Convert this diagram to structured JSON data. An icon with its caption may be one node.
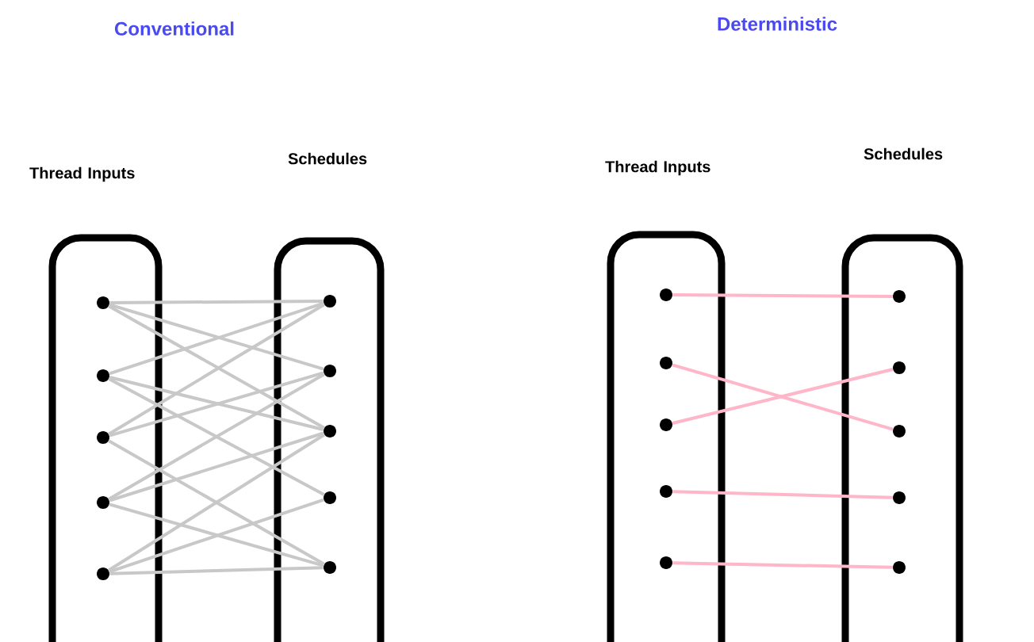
{
  "diagram": {
    "nodes": [
      {
        "text": [
          "Thread Inputs"
        ]
      },
      {
        "text": [
          "Schedules"
        ]
      },
      {
        "text": [],
        "shape": "circle",
        "in": 0
      },
      {
        "text": [],
        "shape": "circle",
        "in": 0
      },
      {
        "text": [],
        "shape": "circle",
        "in": 0
      },
      {
        "text": [],
        "shape": "circle",
        "in": 0
      },
      {
        "text": [],
        "shape": "circle",
        "in": 0
      },
      {
        "text": [],
        "shape": "circle",
        "in": 1
      },
      {
        "text": [],
        "shape": "circle",
        "in": 1
      },
      {
        "text": [],
        "shape": "circle",
        "in": 1
      },
      {
        "text": [],
        "shape": "circle",
        "in": 1
      },
      {
        "text": [],
        "shape": "circle",
        "in": 1
      },
      {
        "text": [
          "Thread Inputs"
        ]
      },
      {
        "text": [
          "Schedules"
        ]
      },
      {
        "text": [],
        "shape": "circle",
        "in": 12
      },
      {
        "text": [],
        "shape": "circle",
        "in": 12
      },
      {
        "text": [],
        "shape": "circle",
        "in": 12
      },
      {
        "text": [],
        "shape": "circle",
        "in": 12
      },
      {
        "text": [],
        "shape": "circle",
        "in": 12
      },
      {
        "text": [],
        "shape": "circle",
        "in": 13
      },
      {
        "text": [],
        "shape": "circle",
        "in": 13
      },
      {
        "text": [],
        "shape": "circle",
        "in": 13
      },
      {
        "text": [],
        "shape": "circle",
        "in": 13
      },
      {
        "text": [],
        "shape": "circle",
        "in": 13
      }
    ],
    "edges": [
      {
        "from": 2,
        "to": 7,
        "arrow": "none"
      },
      {
        "from": 2,
        "to": 8,
        "arrow": "none"
      },
      {
        "from": 2,
        "to": 9,
        "arrow": "none"
      },
      {
        "from": 3,
        "to": 7,
        "arrow": "none"
      },
      {
        "from": 3,
        "to": 9,
        "arrow": "none"
      },
      {
        "from": 3,
        "to": 10,
        "arrow": "none"
      },
      {
        "from": 4,
        "to": 7,
        "arrow": "none"
      },
      {
        "from": 4,
        "to": 8,
        "arrow": "none"
      },
      {
        "from": 4,
        "to": 11,
        "arrow": "none"
      },
      {
        "from": 5,
        "to": 8,
        "arrow": "none"
      },
      {
        "from": 5,
        "to": 9,
        "arrow": "none"
      },
      {
        "from": 5,
        "to": 11,
        "arrow": "none"
      },
      {
        "from": 6,
        "to": 9,
        "arrow": "none"
      },
      {
        "from": 6,
        "to": 10,
        "arrow": "none"
      },
      {
        "from": 6,
        "to": 11,
        "arrow": "none"
      },
      {
        "from": 14,
        "to": 19,
        "arrow": "none",
        "color": "#ffb6c8"
      },
      {
        "from": 15,
        "to": 21,
        "arrow": "none",
        "color": "#ffb6c8"
      },
      {
        "from": 16,
        "to": 20,
        "arrow": "none",
        "color": "#ffb6c8"
      },
      {
        "from": 17,
        "to": 22,
        "arrow": "none",
        "color": "#ffb6c8"
      },
      {
        "from": 18,
        "to": 23,
        "arrow": "none",
        "color": "#ffb6c8"
      }
    ],
    "labels": [
      "Conventional",
      "Deterministic"
    ]
  }
}
